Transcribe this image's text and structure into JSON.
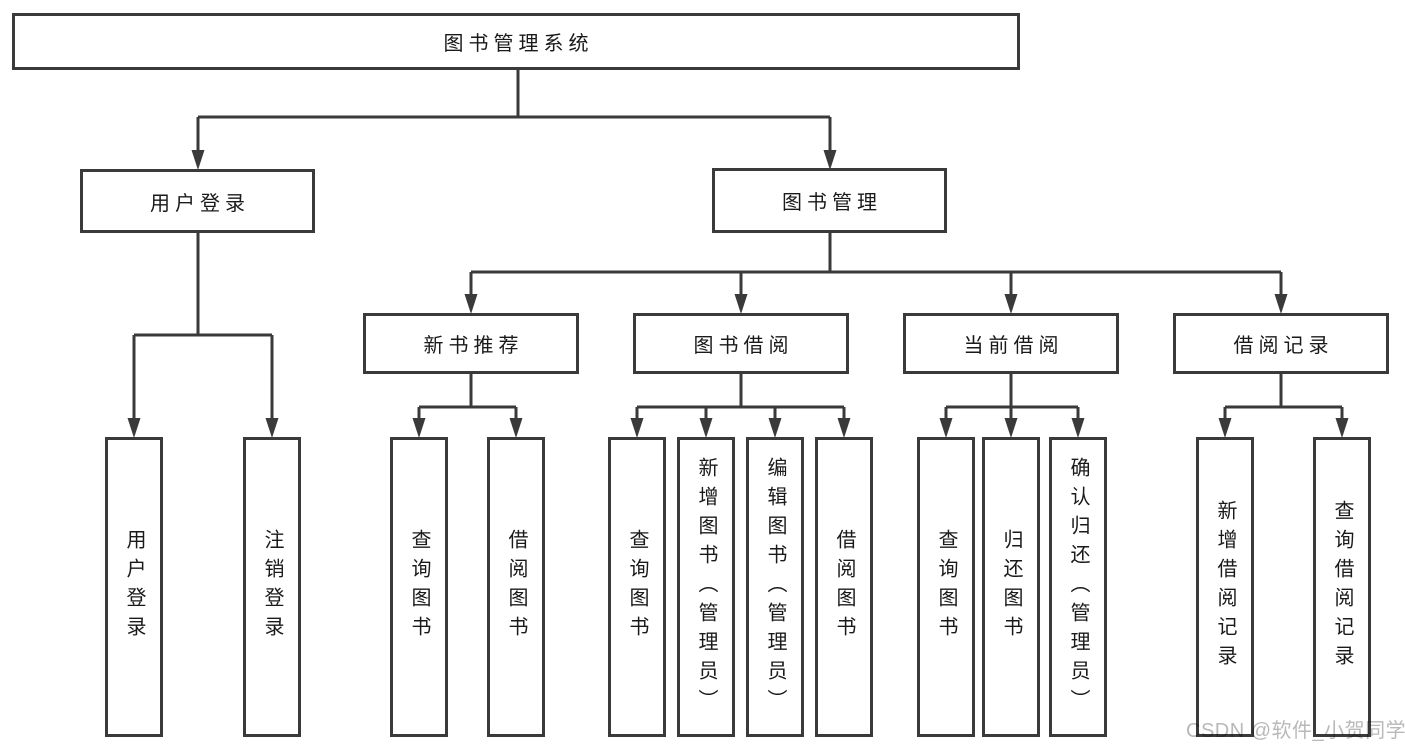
{
  "diagram": {
    "root": "图书管理系统",
    "branches": [
      {
        "label": "用户登录",
        "children": [
          "用户登录",
          "注销登录"
        ]
      },
      {
        "label": "图书管理",
        "sections": [
          {
            "label": "新书推荐",
            "children": [
              "查询图书",
              "借阅图书"
            ]
          },
          {
            "label": "图书借阅",
            "children": [
              "查询图书",
              "新增图书（管理员）",
              "编辑图书（管理员）",
              "借阅图书"
            ]
          },
          {
            "label": "当前借阅",
            "children": [
              "查询图书",
              "归还图书",
              "确认归还（管理员）"
            ]
          },
          {
            "label": "借阅记录",
            "children": [
              "新增借阅记录",
              "查询借阅记录"
            ]
          }
        ]
      }
    ]
  },
  "watermark": "CSDN @软件_小贺同学",
  "colors": {
    "line": "#3a3a3a",
    "text": "#1a1a1a",
    "watermark_text": "#b9b9b9",
    "background": "#ffffff"
  }
}
